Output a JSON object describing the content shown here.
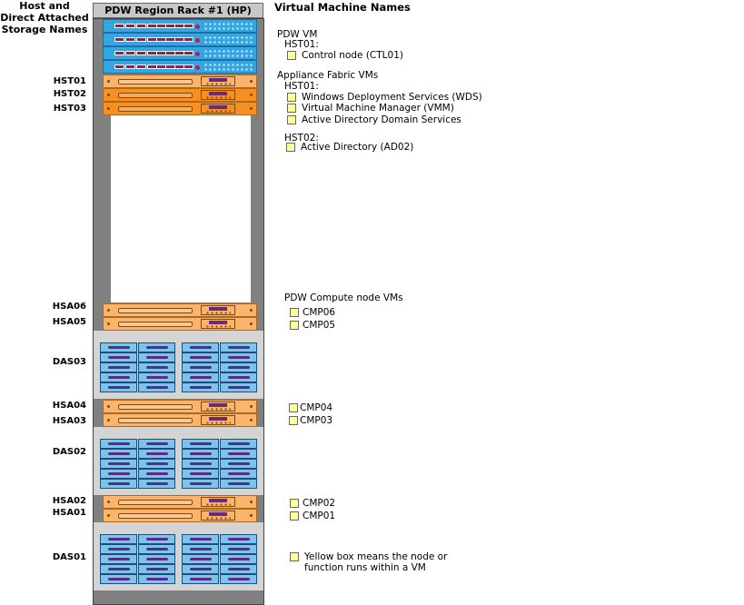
{
  "header_left": [
    "Host and",
    "Direct Attached",
    "Storage Names"
  ],
  "header_right": "Virtual Machine Names",
  "rack_title": "PDW Region Rack #1 (HP)",
  "host_labels": {
    "hst01": "HST01",
    "hst02": "HST02",
    "hst03": "HST03",
    "hsa06": "HSA06",
    "hsa05": "HSA05",
    "das03": "DAS03",
    "hsa04": "HSA04",
    "hsa03": "HSA03",
    "das02": "DAS02",
    "hsa02": "HSA02",
    "hsa01": "HSA01",
    "das01": "DAS01"
  },
  "vm": {
    "pdw_vm": "PDW VM",
    "hst01_a": "HST01:",
    "control_node": "Control node (CTL01)",
    "fabric": "Appliance Fabric VMs",
    "hst01_b": "HST01:",
    "wds": "Windows Deployment Services (WDS)",
    "vmm": "Virtual Machine Manager (VMM)",
    "adds": "Active Directory Domain Services",
    "hst02": "HST02:",
    "ad02": "Active Directory (AD02)",
    "compute": "PDW Compute node VMs",
    "cmp06": "CMP06",
    "cmp05": "CMP05",
    "cmp04": "CMP04",
    "cmp03": "CMP03",
    "cmp02": "CMP02",
    "cmp01": "CMP01",
    "legend_1": "Yellow box means the node or",
    "legend_2": "function runs within a VM"
  },
  "colors": {
    "control_server": "#34a7e0",
    "host_server_light": "#fcb46c",
    "host_server_dark": "#f79021",
    "vm_box": "#ffff99",
    "storage_enclosure": "#d4d4d4"
  }
}
